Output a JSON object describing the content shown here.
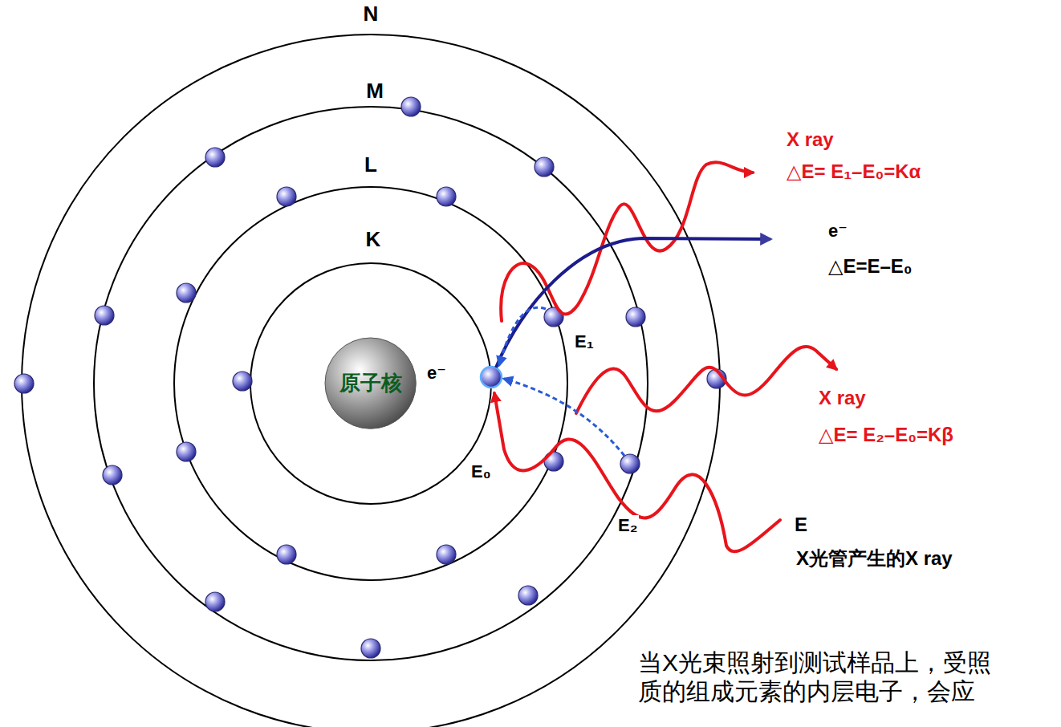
{
  "diagram": {
    "nodes": [
      {
        "text": [
          "原子核"
        ]
      }
    ],
    "labels": [
      "N",
      "M",
      "L",
      "K",
      "e⁻",
      "E₁",
      "E₀",
      "E₂",
      "X ray",
      "△E= E₁–E₀=Kα",
      "e⁻",
      "△E=E–E₀",
      "X ray",
      "△E= E₂–E₀=Kβ",
      "E",
      "X光管产生的X ray",
      "当X光束照射到测试样品上，受照 质的组成元素的内层电子，会应"
    ]
  }
}
